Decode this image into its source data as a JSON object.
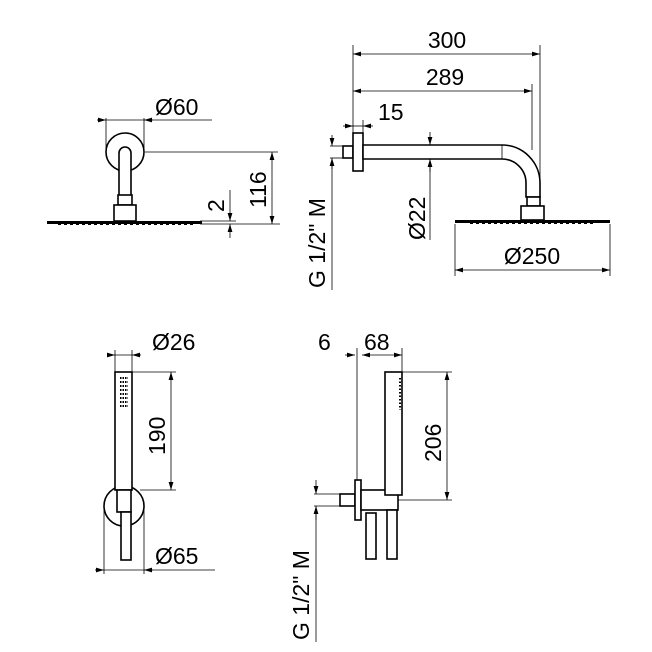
{
  "title": "Shower set dimensional drawing",
  "views": {
    "head_front": {
      "rosette_diameter": "Ø60",
      "height": "116",
      "head_thickness": "2"
    },
    "head_side": {
      "total_projection": "300",
      "arm_length": "289",
      "flange_depth": "15",
      "arm_diameter": "Ø22",
      "head_diameter": "Ø250",
      "thread": "G 1/2\" M"
    },
    "hand_front": {
      "handle_diameter": "Ø26",
      "handle_length": "190",
      "rosette_diameter": "Ø65"
    },
    "hand_side": {
      "plate_thickness": "6",
      "projection": "68",
      "height": "206",
      "thread": "G 1/2\" M"
    }
  },
  "colors": {
    "line": "#000000",
    "background": "#ffffff"
  }
}
